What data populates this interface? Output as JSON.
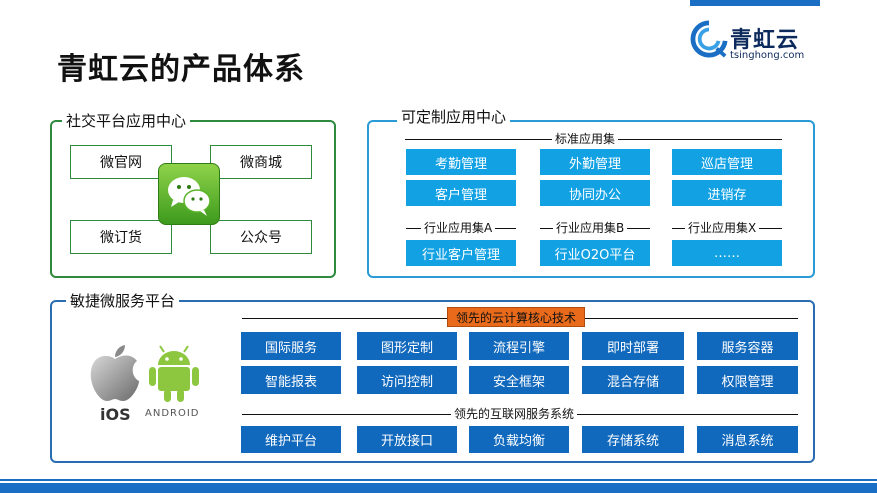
{
  "title": "青虹云的产品体系",
  "logo": {
    "name": "青虹云",
    "url": "tsinghong.com"
  },
  "social": {
    "label": "社交平台应用中心",
    "items": [
      "微官网",
      "微商城",
      "微订货",
      "公众号"
    ]
  },
  "custom": {
    "label": "可定制应用中心",
    "standard_title": "标准应用集",
    "standard_items": [
      "考勤管理",
      "外勤管理",
      "巡店管理",
      "客户管理",
      "协同办公",
      "进销存"
    ],
    "industry_sets": [
      {
        "title": "行业应用集A",
        "item": "行业客户管理"
      },
      {
        "title": "行业应用集B",
        "item": "行业O2O平台"
      },
      {
        "title": "行业应用集X",
        "item": "……"
      }
    ]
  },
  "agile": {
    "label": "敏捷微服务平台",
    "cloud_title": "领先的云计算核心技术",
    "cloud_items": [
      "国际服务",
      "图形定制",
      "流程引擎",
      "即时部署",
      "服务容器",
      "智能报表",
      "访问控制",
      "安全框架",
      "混合存储",
      "权限管理"
    ],
    "net_title": "领先的互联网服务系统",
    "net_items": [
      "维护平台",
      "开放接口",
      "负载均衡",
      "存储系统",
      "消息系统"
    ],
    "ios_label": "iOS",
    "android_label": "ANDROID"
  },
  "colors": {
    "social_border": "#2e8b3e",
    "custom_border": "#2a9bd6",
    "agile_border": "#2a6db0",
    "light_blue_box": "#12a2e4",
    "dark_blue_box": "#1169bd",
    "highlight": "#e86a1a"
  },
  "icons": [
    "wechat-icon",
    "apple-icon",
    "android-icon",
    "tsinghong-logo-icon"
  ]
}
